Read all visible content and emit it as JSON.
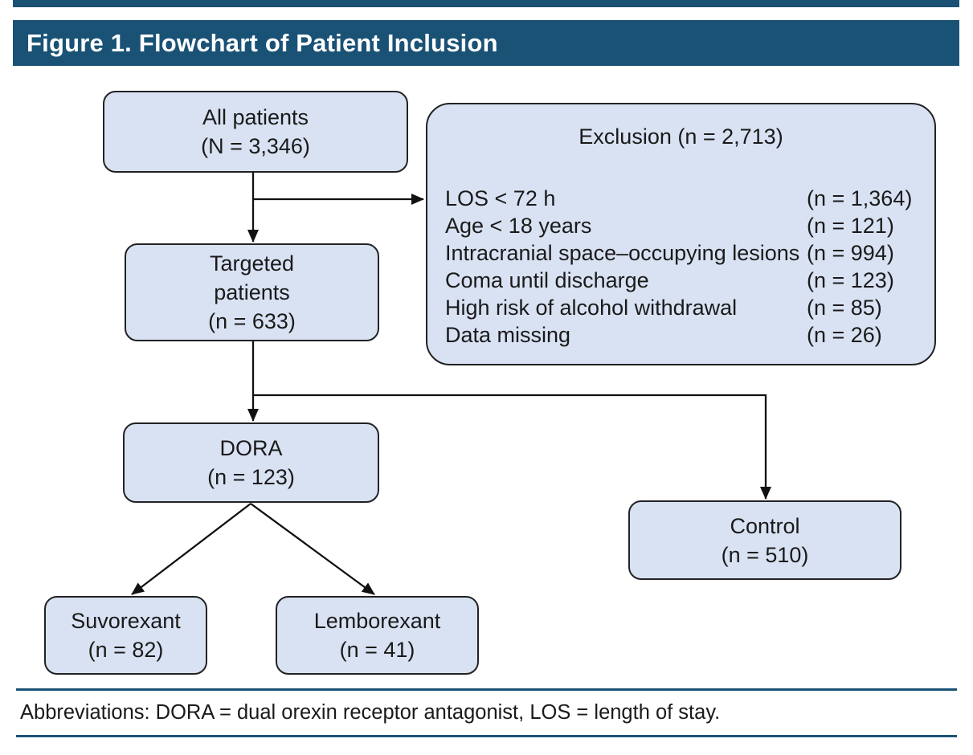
{
  "title_bar": {
    "text": "Figure 1. Flowchart of Patient Inclusion"
  },
  "colors": {
    "band_navy": "#1A5276",
    "node_fill": "#D9E2F3",
    "node_border": "#222222",
    "connector": "#111111",
    "title_text": "#FFFFFF"
  },
  "nodes": {
    "all_patients": {
      "line1": "All patients",
      "line2": "(N = 3,346)"
    },
    "exclusion": {
      "title": "Exclusion (n = 2,713)",
      "items": [
        {
          "label": "LOS < 72 h",
          "count": "(n = 1,364)"
        },
        {
          "label": "Age < 18 years",
          "count": "(n = 121)"
        },
        {
          "label": "Intracranial space–occupying lesions",
          "count": "(n = 994)"
        },
        {
          "label": "Coma until discharge",
          "count": "(n = 123)"
        },
        {
          "label": "High risk of alcohol withdrawal",
          "count": "(n = 85)"
        },
        {
          "label": "Data missing",
          "count": "(n = 26)"
        }
      ]
    },
    "targeted": {
      "line1": "Targeted",
      "line2": "patients",
      "line3": "(n = 633)"
    },
    "dora": {
      "line1": "DORA",
      "line2": "(n = 123)"
    },
    "control": {
      "line1": "Control",
      "line2": "(n = 510)"
    },
    "suvorexant": {
      "line1": "Suvorexant",
      "line2": "(n = 82)"
    },
    "lemborexant": {
      "line1": "Lemborexant",
      "line2": "(n = 41)"
    }
  },
  "footer": {
    "text": "Abbreviations: DORA = dual orexin receptor antagonist, LOS = length of stay."
  }
}
